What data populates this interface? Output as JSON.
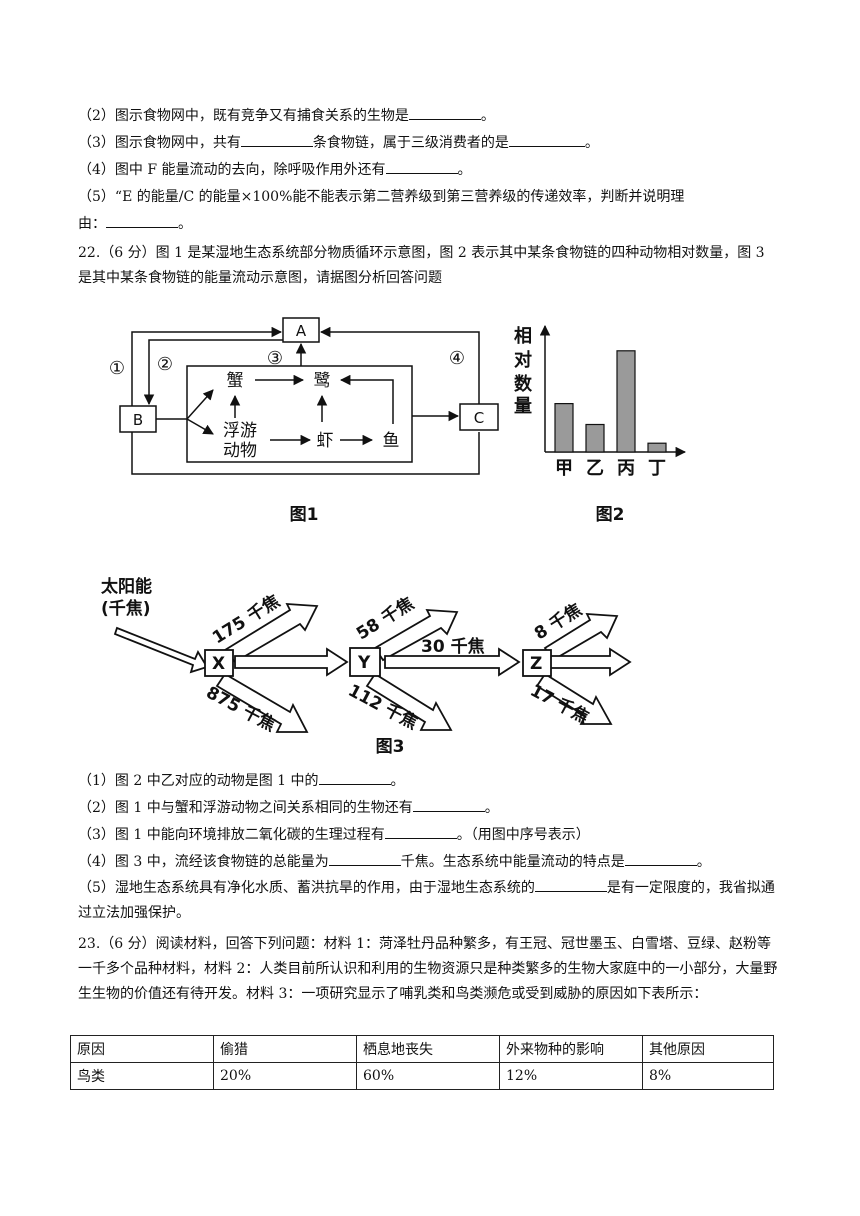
{
  "q21": {
    "p2": "（2）图示食物网中，既有竞争又有捕食关系的生物是",
    "p3a": "（3）图示食物网中，共有",
    "p3b": "条食物链，属于三级消费者的是",
    "p4": "（4）图中 F 能量流动的去向，除呼吸作用外还有",
    "p5a": "（5）“E 的能量/C 的能量×100%能不能表示第二营养级到第三营养级的传递效率，判断并说明理",
    "p5b": "由：",
    "period": "。"
  },
  "q22": {
    "intro": "22.（6 分）图 1 是某湿地生态系统部分物质循环示意图，图 2 表示其中某条食物链的四种动物相对数量，图 3 是其中某条食物链的能量流动示意图，请据图分析回答问题",
    "fig1": {
      "caption": "图1",
      "nodes": {
        "A": "A",
        "B": "B",
        "C": "C",
        "crab": "蟹",
        "egret": "鹭",
        "plankton1": "浮游",
        "plankton2": "动物",
        "shrimp": "虾",
        "fish": "鱼"
      },
      "markers": [
        "①",
        "②",
        "③",
        "④"
      ]
    },
    "fig2": {
      "caption": "图2",
      "ylabel": [
        "相",
        "对",
        "数",
        "量"
      ]
    },
    "fig3": {
      "caption": "图3",
      "source1": "太阳能",
      "source2": "(千焦)",
      "nodes": [
        "X",
        "Y",
        "Z"
      ],
      "labels": {
        "x_up": "175 千焦",
        "x_down": "875 千焦",
        "y_up": "58 千焦",
        "y_mid": "30 千焦",
        "y_down": "112 千焦",
        "z_up": "8 千焦",
        "z_down": "17 千焦"
      }
    },
    "s1a": "（1）图 2 中乙对应的动物是图 1 中的",
    "s2a": "（2）图 1 中与蟹和浮游动物之间关系相同的生物还有",
    "s3a": "（3）图 1 中能向环境排放二氧化碳的生理过程有",
    "s3b": "。（用图中序号表示）",
    "s4a": "（4）图 3 中，流经该食物链的总能量为",
    "s4b": "千焦。生态系统中能量流动的特点是",
    "s5a": "（5）湿地生态系统具有净化水质、蓄洪抗旱的作用，由于湿地生态系统的",
    "s5b": "是有一定限度的，我省拟通过立法加强保护。",
    "period": "。"
  },
  "q23": {
    "intro": "23.（6 分）阅读材料，回答下列问题：材料 1：菏泽牡丹品种繁多，有王冠、冠世墨玉、白雪塔、豆绿、赵粉等一千多个品种材料，材料 2：人类目前所认识和利用的生物资源只是种类繁多的生物大家庭中的一小部分，大量野生生物的价值还有待开发。材料 3：一项研究显示了哺乳类和鸟类濒危或受到威胁的原因如下表所示：",
    "table": {
      "header": [
        "原因",
        "偷猎",
        "栖息地丧失",
        "外来物种的影响",
        "其他原因"
      ],
      "rows": [
        [
          "鸟类",
          "20%",
          "60%",
          "12%",
          "8%"
        ]
      ]
    }
  },
  "chart_data": {
    "type": "bar",
    "categories": [
      "甲",
      "乙",
      "丙",
      "丁"
    ],
    "values": [
      44,
      25,
      92,
      8
    ],
    "title": "",
    "xlabel": "",
    "ylabel": "相对数量",
    "ylim": [
      0,
      100
    ],
    "grid": false,
    "colors": [
      "#9a9a9a"
    ]
  }
}
